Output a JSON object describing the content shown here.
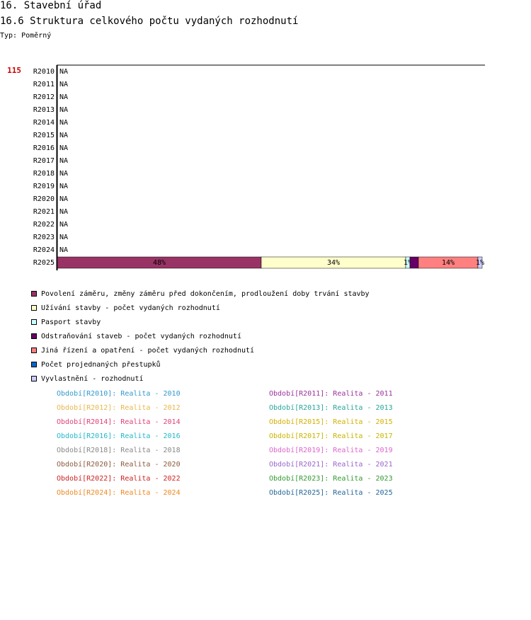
{
  "header": {
    "title": "16. Stavební úřad",
    "subtitle": "16.6 Struktura celkového počtu vydaných rozhodnutí",
    "type_label": "Typ: Poměrný"
  },
  "chart_data": {
    "type": "bar",
    "orientation": "horizontal",
    "stacked": true,
    "normalized": true,
    "total_label": "115",
    "categories": [
      "R2010",
      "R2011",
      "R2012",
      "R2013",
      "R2014",
      "R2015",
      "R2016",
      "R2017",
      "R2018",
      "R2019",
      "R2020",
      "R2021",
      "R2022",
      "R2023",
      "R2024",
      "R2025"
    ],
    "na_label": "NA",
    "series": [
      {
        "name": "Povolení záměru,  změny záměru před dokončením, prodloužení doby trvání stavby",
        "color": "#993366",
        "values": [
          null,
          null,
          null,
          null,
          null,
          null,
          null,
          null,
          null,
          null,
          null,
          null,
          null,
          null,
          null,
          48
        ],
        "labels": [
          "",
          "",
          "",
          "",
          "",
          "",
          "",
          "",
          "",
          "",
          "",
          "",
          "",
          "",
          "",
          "48%"
        ]
      },
      {
        "name": "Užívání stavby - počet vydaných rozhodnutí",
        "color": "#ffffcc",
        "values": [
          null,
          null,
          null,
          null,
          null,
          null,
          null,
          null,
          null,
          null,
          null,
          null,
          null,
          null,
          null,
          34
        ],
        "labels": [
          "",
          "",
          "",
          "",
          "",
          "",
          "",
          "",
          "",
          "",
          "",
          "",
          "",
          "",
          "",
          "34%"
        ]
      },
      {
        "name": "Pasport stavby",
        "color": "#ccffff",
        "values": [
          null,
          null,
          null,
          null,
          null,
          null,
          null,
          null,
          null,
          null,
          null,
          null,
          null,
          null,
          null,
          1
        ],
        "labels": [
          "",
          "",
          "",
          "",
          "",
          "",
          "",
          "",
          "",
          "",
          "",
          "",
          "",
          "",
          "",
          "1%"
        ]
      },
      {
        "name": "Odstraňování staveb - počet vydaných rozhodnutí",
        "color": "#660066",
        "values": [
          null,
          null,
          null,
          null,
          null,
          null,
          null,
          null,
          null,
          null,
          null,
          null,
          null,
          null,
          null,
          2
        ],
        "labels": [
          "",
          "",
          "",
          "",
          "",
          "",
          "",
          "",
          "",
          "",
          "",
          "",
          "",
          "",
          "",
          ""
        ]
      },
      {
        "name": "Jiná řízení a opatření - počet vydaných rozhodnutí",
        "color": "#ff8080",
        "values": [
          null,
          null,
          null,
          null,
          null,
          null,
          null,
          null,
          null,
          null,
          null,
          null,
          null,
          null,
          null,
          14
        ],
        "labels": [
          "",
          "",
          "",
          "",
          "",
          "",
          "",
          "",
          "",
          "",
          "",
          "",
          "",
          "",
          "",
          "14%"
        ]
      },
      {
        "name": "Počet projednaných přestupků",
        "color": "#0066cc",
        "values": [
          null,
          null,
          null,
          null,
          null,
          null,
          null,
          null,
          null,
          null,
          null,
          null,
          null,
          null,
          null,
          0
        ],
        "labels": [
          "",
          "",
          "",
          "",
          "",
          "",
          "",
          "",
          "",
          "",
          "",
          "",
          "",
          "",
          "",
          ""
        ]
      },
      {
        "name": "Vyvlastnění - rozhodnutí",
        "color": "#ccccff",
        "values": [
          null,
          null,
          null,
          null,
          null,
          null,
          null,
          null,
          null,
          null,
          null,
          null,
          null,
          null,
          null,
          1
        ],
        "labels": [
          "",
          "",
          "",
          "",
          "",
          "",
          "",
          "",
          "",
          "",
          "",
          "",
          "",
          "",
          "",
          "1%"
        ]
      }
    ],
    "xlim": [
      0,
      100
    ]
  },
  "periods": [
    {
      "text": "Období[R2010]: Realita - 2010",
      "color": "#3399cc"
    },
    {
      "text": "Období[R2011]: Realita - 2011",
      "color": "#993399"
    },
    {
      "text": "Období[R2012]: Realita - 2012",
      "color": "#e6b84d"
    },
    {
      "text": "Období[R2013]: Realita - 2013",
      "color": "#26a69a"
    },
    {
      "text": "Období[R2014]: Realita - 2014",
      "color": "#e0407a"
    },
    {
      "text": "Období[R2015]: Realita - 2015",
      "color": "#d4b000"
    },
    {
      "text": "Období[R2016]: Realita - 2016",
      "color": "#22b8c8"
    },
    {
      "text": "Období[R2017]: Realita - 2017",
      "color": "#c8b400"
    },
    {
      "text": "Období[R2018]: Realita - 2018",
      "color": "#888888"
    },
    {
      "text": "Období[R2019]: Realita - 2019",
      "color": "#dd66cc"
    },
    {
      "text": "Období[R2020]: Realita - 2020",
      "color": "#8b5a3c"
    },
    {
      "text": "Období[R2021]: Realita - 2021",
      "color": "#9966cc"
    },
    {
      "text": "Období[R2022]: Realita - 2022",
      "color": "#cc2222"
    },
    {
      "text": "Období[R2023]: Realita - 2023",
      "color": "#339933"
    },
    {
      "text": "Období[R2024]: Realita - 2024",
      "color": "#ee8822"
    },
    {
      "text": "Období[R2025]: Realita - 2025",
      "color": "#226699"
    }
  ]
}
